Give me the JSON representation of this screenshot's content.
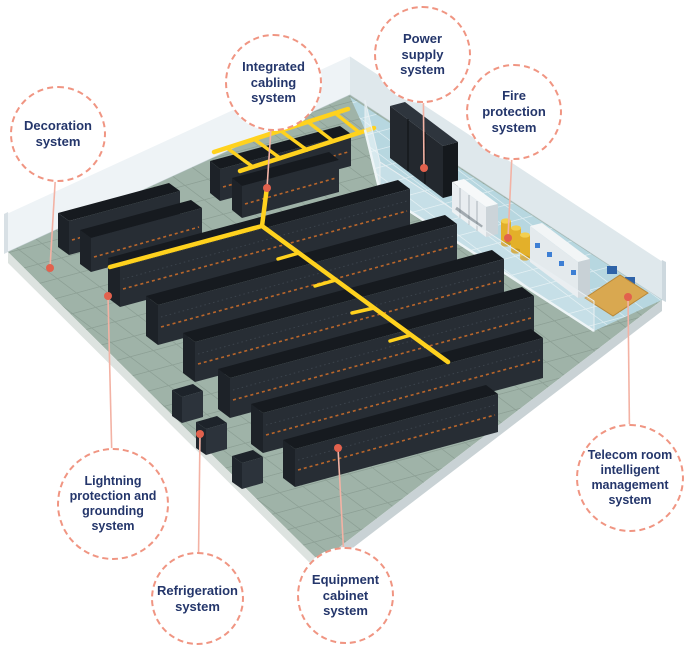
{
  "diagram": {
    "callouts": [
      {
        "id": "decoration-system",
        "label": "Decoration system"
      },
      {
        "id": "integrated-cabling-system",
        "label": "Integrated cabling system"
      },
      {
        "id": "power-supply-system",
        "label": "Power supply system"
      },
      {
        "id": "fire-protection-system",
        "label": "Fire protection system"
      },
      {
        "id": "lightning-protection-grounding-system",
        "label": "Lightning protection and grounding system"
      },
      {
        "id": "refrigeration-system",
        "label": "Refrigeration system"
      },
      {
        "id": "equipment-cabinet-system",
        "label": "Equipment cabinet system"
      },
      {
        "id": "telecom-room-intelligent-management-system",
        "label": "Telecom room intelligent management system"
      }
    ],
    "colors": {
      "callout_border": "#f09582",
      "callout_text": "#24366b",
      "leader_line": "#f3b2a4",
      "dot": "#e2614d",
      "floor": "#9fb3a8",
      "utility_floor": "#b7d7e0",
      "cabinet": "#272d34",
      "cable_tray": "#ffd21e"
    }
  }
}
